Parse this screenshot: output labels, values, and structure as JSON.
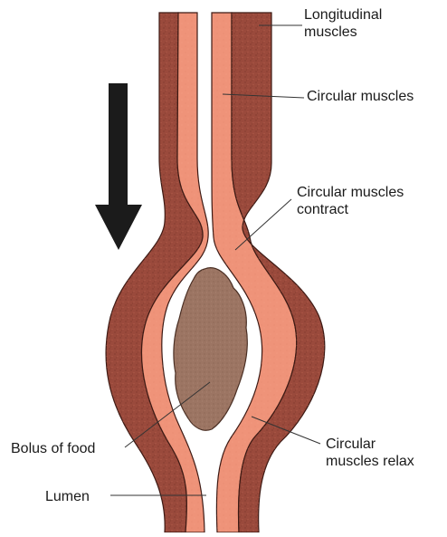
{
  "labels": {
    "longitudinal_muscles": [
      "Longitudinal",
      "muscles"
    ],
    "circular_muscles": "Circular muscles",
    "circular_muscles_contract": [
      "Circular muscles",
      "contract"
    ],
    "bolus_of_food": "Bolus of food",
    "circular_muscles_relax": [
      "Circular",
      "muscles relax"
    ],
    "lumen": "Lumen"
  },
  "colors": {
    "outer_muscle": "#9a4a3c",
    "inner_muscle": "#ef9379",
    "bolus": "#9c7563",
    "arrow": "#1b1b1b",
    "leader": "#333333"
  },
  "icons": {
    "arrow": "arrow-down-icon"
  }
}
